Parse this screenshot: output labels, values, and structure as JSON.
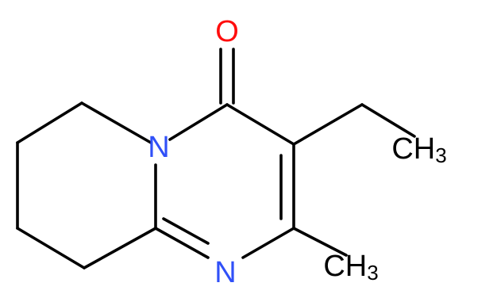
{
  "molecule": {
    "atoms": {
      "oxygen": {
        "text": "O",
        "color": "#ff0d0d"
      },
      "n_ring": {
        "text": "N",
        "color": "#3050f8"
      },
      "n_imine": {
        "text": "N",
        "color": "#3050f8"
      },
      "ethyl_ch3": {
        "main": "CH",
        "sub": "3",
        "color": "#000000"
      },
      "methyl_ch3": {
        "main": "CH",
        "sub": "3",
        "color": "#000000"
      }
    },
    "bond_color": "#000000"
  }
}
